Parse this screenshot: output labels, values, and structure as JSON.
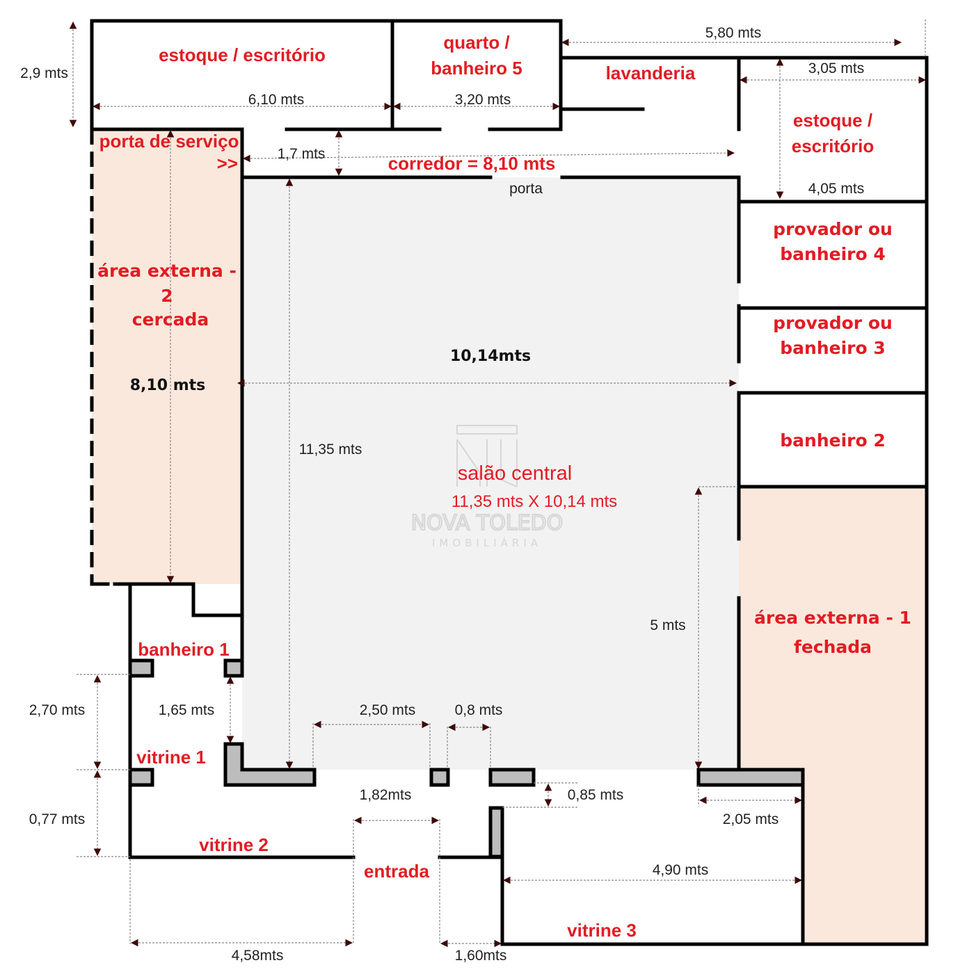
{
  "plan": {
    "colors": {
      "wall": "#000000",
      "label": "#e31b23",
      "central_hall_fill": "#f2f2f2",
      "external_area_fill": "#fbe8dc",
      "pillar_fill": "#bdbdbd",
      "arrow": "#3d0a0a"
    },
    "rooms": {
      "estoque_escritorio_top": "estoque / escritório",
      "quarto_line1": "quarto /",
      "quarto_line2": "banheiro 5",
      "lavanderia": "lavanderia",
      "estoque_right_line1": "estoque /",
      "estoque_right_line2": "escritório",
      "porta_servico": "porta de serviço",
      "porta_servico_arrow": ">>",
      "corredor": "corredor = 8,10 mts",
      "porta": "porta",
      "provador4_line1": "provador ou",
      "provador4_line2": "banheiro 4",
      "provador3_line1": "provador ou",
      "provador3_line2": "banheiro 3",
      "banheiro2": "banheiro 2",
      "area_externa2_line1": "área externa -",
      "area_externa2_line2": "2",
      "area_externa2_line3": "cercada",
      "salao_central": "salão central",
      "salao_central_dims": "11,35 mts X 10,14 mts",
      "area_externa1_line1": "área externa - 1",
      "area_externa1_line2": "fechada",
      "banheiro1": "banheiro 1",
      "vitrine1": "vitrine 1",
      "vitrine2": "vitrine 2",
      "entrada": "entrada",
      "vitrine3": "vitrine 3"
    },
    "measurements": {
      "m_2_9": "2,9 mts",
      "m_6_10": "6,10 mts",
      "m_3_20": "3,20 mts",
      "m_5_80": "5,80 mts",
      "m_3_05": "3,05 mts",
      "m_4_05": "4,05 mts",
      "m_1_7": "1,7 mts",
      "m_10_14": "10,14mts",
      "m_8_10": "8,10 mts",
      "m_11_35": "11,35 mts",
      "m_5": "5 mts",
      "m_2_70": "2,70 mts",
      "m_1_65": "1,65 mts",
      "m_2_50": "2,50 mts",
      "m_0_8": "0,8 mts",
      "m_1_82": "1,82mts",
      "m_0_85": "0,85 mts",
      "m_0_77": "0,77 mts",
      "m_2_05": "2,05 mts",
      "m_4_90": "4,90 mts",
      "m_4_58": "4,58mts",
      "m_1_60": "1,60mts"
    },
    "watermark": {
      "brand": "NOVA TOLEDO",
      "subtitle": "IMOBILIÁRIA"
    }
  }
}
